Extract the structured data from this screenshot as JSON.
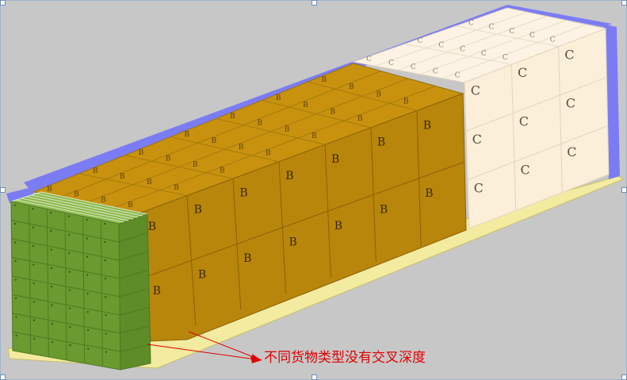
{
  "diagram": {
    "title": "",
    "annotation": "不同货物类型没有交叉深度",
    "cargo_labels": {
      "front": "",
      "middle": "B",
      "rear": "C"
    },
    "colors": {
      "background": "#c7c7c7",
      "container_wall": "#7b7cf4",
      "container_floor": "#f3eba0",
      "cargo_c_side": "#fbefd9",
      "cargo_c_top": "#fdf3e4",
      "cargo_b_front": "#b8860b",
      "cargo_b_top": "#c8920f",
      "cargo_green_front": "#6a9a30",
      "cargo_green_top": "#8cba4a",
      "annotation": "#e00000"
    }
  }
}
